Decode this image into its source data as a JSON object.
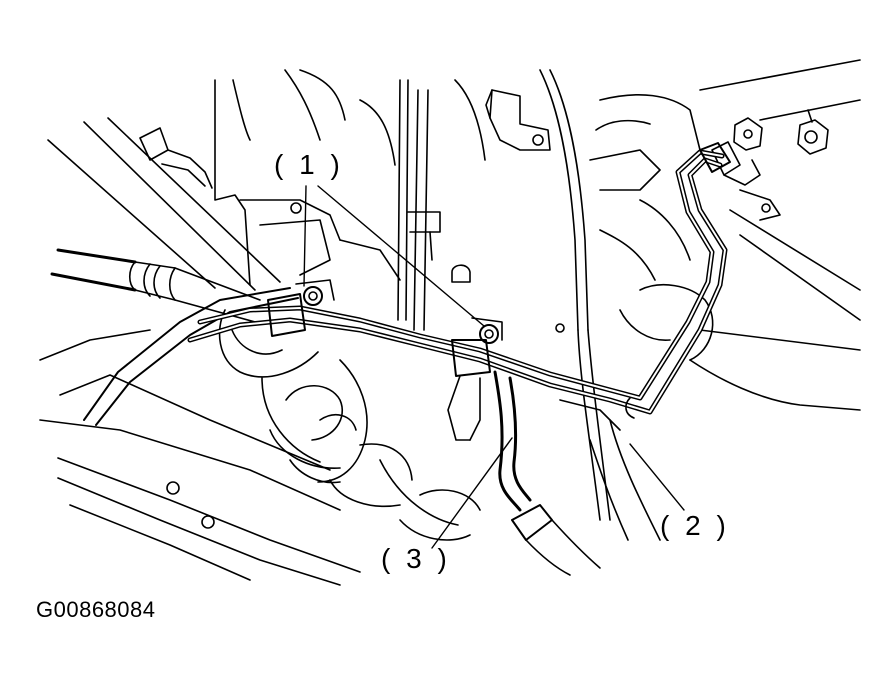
{
  "figure": {
    "callouts": [
      {
        "id": "1",
        "text": "( 1 )"
      },
      {
        "id": "2",
        "text": "( 2 )"
      },
      {
        "id": "3",
        "text": "( 3 )"
      }
    ],
    "figure_code": "G00868084"
  }
}
